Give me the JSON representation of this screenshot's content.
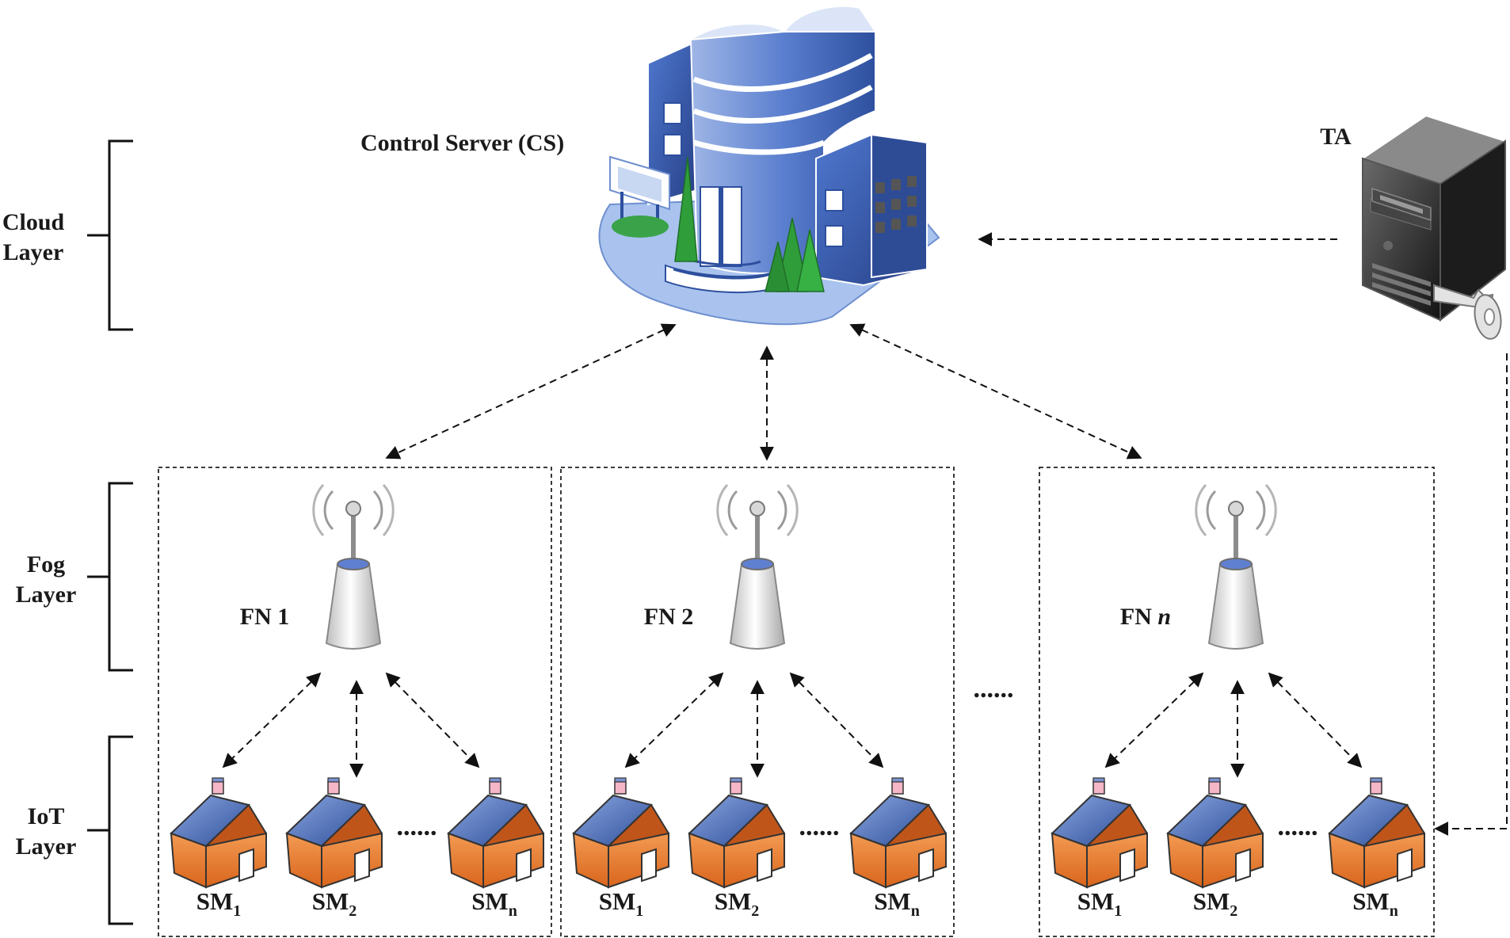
{
  "layers": [
    {
      "line1": "Cloud",
      "line2": "Layer"
    },
    {
      "line1": "Fog",
      "line2": "Layer"
    },
    {
      "line1": "IoT",
      "line2": "Layer"
    }
  ],
  "cloud": {
    "cs_label": "Control Server (CS)",
    "ta_label": "TA"
  },
  "fog_nodes": [
    {
      "prefix": "FN",
      "index": "1",
      "index_italic": false
    },
    {
      "prefix": "FN",
      "index": "2",
      "index_italic": false
    },
    {
      "prefix": "FN",
      "index": "n",
      "index_italic": true
    }
  ],
  "smart_meter": {
    "prefix": "SM",
    "subscripts": [
      "1",
      "2",
      "n"
    ]
  },
  "ellipsis": "......",
  "colors": {
    "house_wall": "#e8792b",
    "house_roof": "#4a6db3",
    "building_blue": "#3d63b8",
    "tree_green": "#2f9e3a",
    "server_dark": "#2b2b2b"
  },
  "icons": [
    "building-icon",
    "server-key-icon",
    "antenna-icon",
    "house-icon"
  ]
}
